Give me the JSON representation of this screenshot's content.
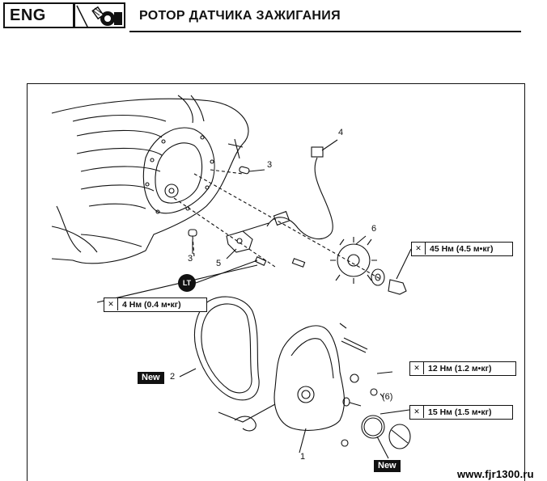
{
  "header": {
    "section_label": "ENG",
    "section_icon": "engine-icon",
    "title": "РОТОР ДАТЧИКА ЗАЖИГАНИЯ"
  },
  "callouts": {
    "torque_45": "45 Нм (4.5 м•кг)",
    "torque_4": "4 Нм (0.4 м•кг)",
    "torque_12": "12 Нм (1.2 м•кг)",
    "torque_15": "15 Нм (1.5 м•кг)",
    "torque_icon": "wrench-icon"
  },
  "labels": {
    "part_1": "1",
    "part_2": "2",
    "part_3a": "3",
    "part_3b": "3",
    "part_4": "4",
    "part_5": "5",
    "part_6": "6",
    "part_6_paren": "(6)",
    "new_gasket": "New",
    "new_oring": "New",
    "lt": "LT"
  },
  "watermark": "www.fjr1300.ru",
  "colors": {
    "ink": "#111111",
    "paper": "#ffffff"
  }
}
